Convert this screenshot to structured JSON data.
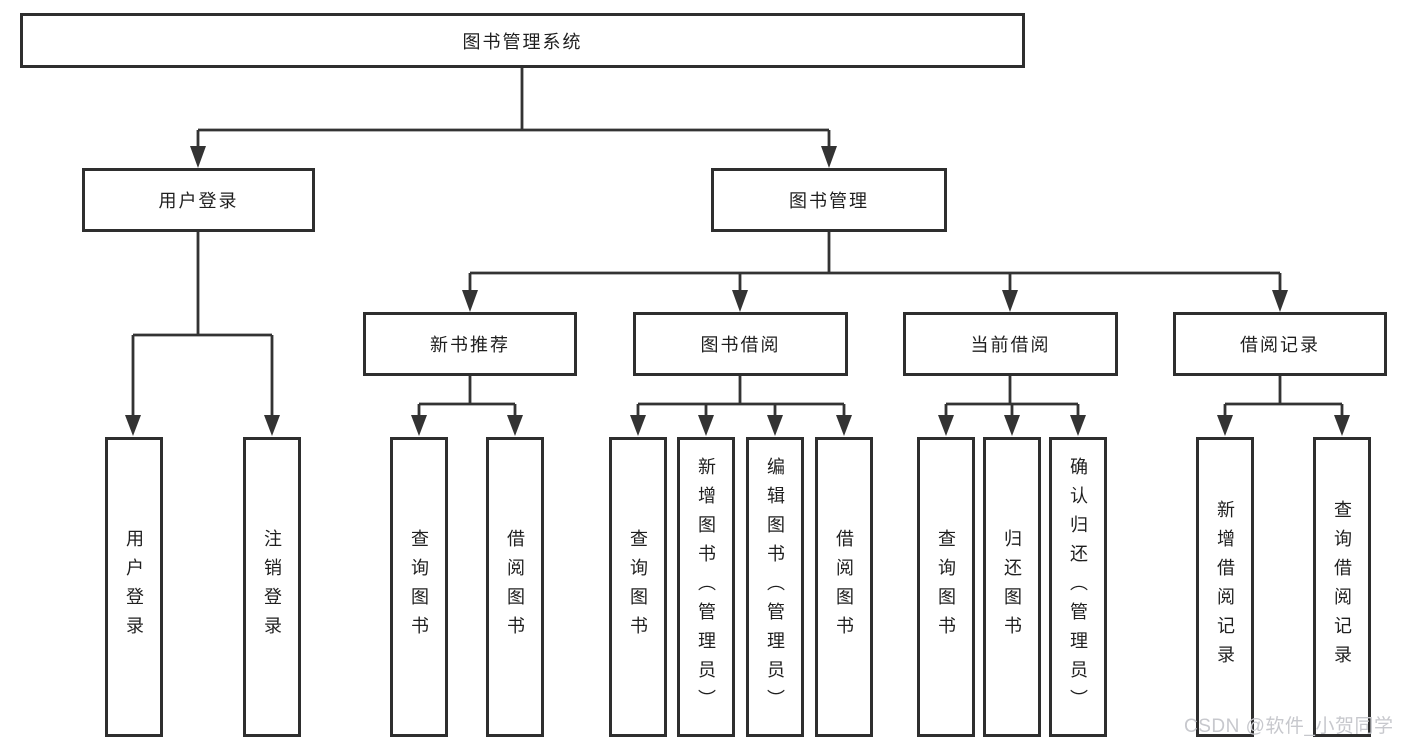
{
  "colors": {
    "line": "#333333",
    "box_border": "#2e2e2e",
    "box_background": "#ffffff",
    "text": "#1f1f1f",
    "watermark": "#c7c8cd",
    "background": "#ffffff"
  },
  "tree": {
    "root": {
      "label": "图书管理系统"
    },
    "level2": [
      {
        "label": "用户登录",
        "children": [
          {
            "label": "用户登录"
          },
          {
            "label": "注销登录"
          }
        ]
      },
      {
        "label": "图书管理",
        "children": [
          {
            "label": "新书推荐",
            "children": [
              {
                "label": "查询图书"
              },
              {
                "label": "借阅图书"
              }
            ]
          },
          {
            "label": "图书借阅",
            "children": [
              {
                "label": "查询图书"
              },
              {
                "label": "新增图书（管理员）"
              },
              {
                "label": "编辑图书（管理员）"
              },
              {
                "label": "借阅图书"
              }
            ]
          },
          {
            "label": "当前借阅",
            "children": [
              {
                "label": "查询图书"
              },
              {
                "label": "归还图书"
              },
              {
                "label": "确认归还（管理员）"
              }
            ]
          },
          {
            "label": "借阅记录",
            "children": [
              {
                "label": "新增借阅记录"
              },
              {
                "label": "查询借阅记录"
              }
            ]
          }
        ]
      }
    ]
  },
  "watermark": {
    "text": "CSDN @软件_小贺同学"
  }
}
